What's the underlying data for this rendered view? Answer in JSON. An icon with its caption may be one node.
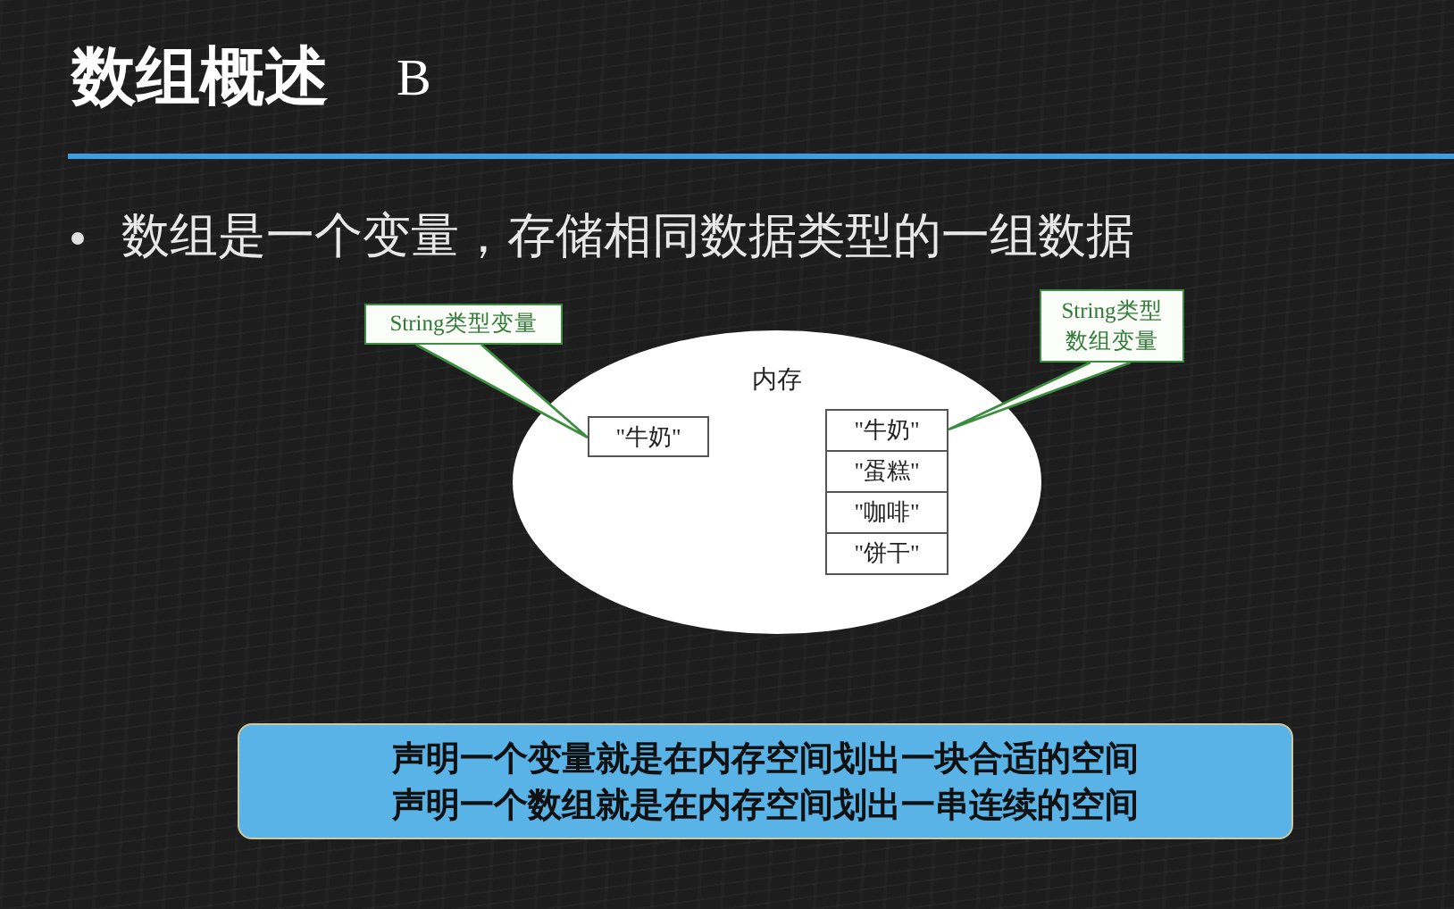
{
  "diagram": {
    "title": "数组概述",
    "nodes": [
      {
        "text": [
          "String类型变量"
        ]
      },
      {
        "text": [
          "String类型数组变量"
        ]
      },
      {
        "text": [
          "内存"
        ]
      },
      {
        "text": [
          "\"牛奶\""
        ],
        "in": 2
      },
      {
        "text": [
          "\"牛奶\""
        ],
        "in": 2
      },
      {
        "text": [
          "\"蛋糕\""
        ],
        "in": 2
      },
      {
        "text": [
          "\"咖啡\""
        ],
        "in": 2
      },
      {
        "text": [
          "\"饼干\""
        ],
        "in": 2
      },
      {
        "text": [
          "声明一个变量就是在内存空间划出一块合适的空间",
          "声明一个数组就是在内存空间划出一串连续的空间"
        ]
      }
    ],
    "edges": [
      {
        "from": 0,
        "to": 3,
        "arrow": "none"
      },
      {
        "from": 1,
        "to": 4,
        "arrow": "none"
      }
    ],
    "labels": [
      "B",
      "数组是一个变量，存储相同数据类型的一组数据"
    ]
  }
}
